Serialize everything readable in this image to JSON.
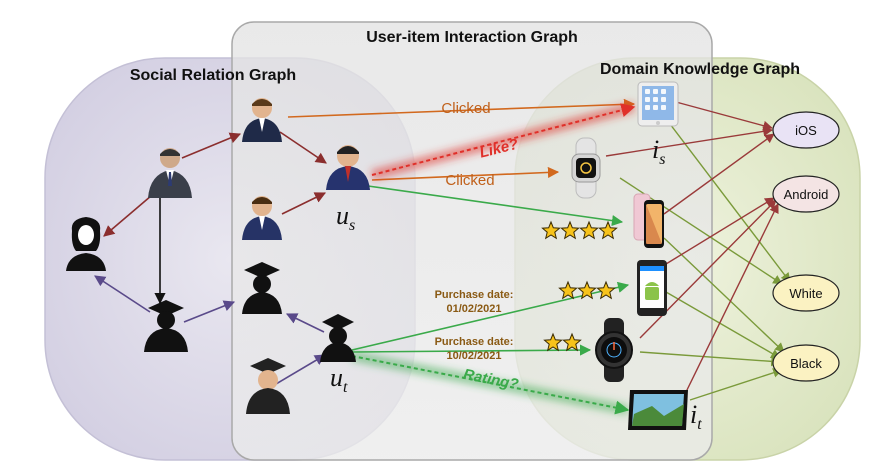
{
  "regions": {
    "social": "Social Relation Graph",
    "interaction": "User-item Interaction Graph",
    "knowledge": "Domain Knowledge Graph"
  },
  "edges": {
    "clicked_top": "Clicked",
    "clicked_mid": "Clicked",
    "like_query": "Like?",
    "rating_query": "Rating?",
    "purchase1_line1": "Purchase date:",
    "purchase1_line2": "01/02/2021",
    "purchase2_line1": "Purchase date:",
    "purchase2_line2": "10/02/2021"
  },
  "ratings": {
    "watch_star_count": 4,
    "android_phone_star_count": 3,
    "smartwatch_star_count": 2
  },
  "attributes": {
    "ios": "iOS",
    "android": "Android",
    "white": "White",
    "black": "Black"
  },
  "math_labels": {
    "u_s": {
      "base": "u",
      "sub": "s"
    },
    "u_t": {
      "base": "u",
      "sub": "t"
    },
    "i_s": {
      "base": "i",
      "sub": "s"
    },
    "i_t": {
      "base": "i",
      "sub": "t"
    }
  },
  "colors": {
    "social_region": "#dedbea",
    "interaction_region": "#e6e6e6",
    "knowledge_region": "#e6edd3",
    "social_edge": "#5a4a8a",
    "social_to_interaction_edge": "#8b2e2e",
    "clicked_edge": "#d2691e",
    "like_edge": "#e0302a",
    "purchase_edge": "#3aaa4a",
    "rating_text": "#3aaa4a",
    "kg_edge_red": "#9a3a3a",
    "kg_edge_green": "#7a9a3a",
    "ios_fill": "#e9e3f5",
    "android_fill": "#f4e4e4",
    "white_fill": "#fbf2c2",
    "black_fill": "#fbf2c2"
  }
}
